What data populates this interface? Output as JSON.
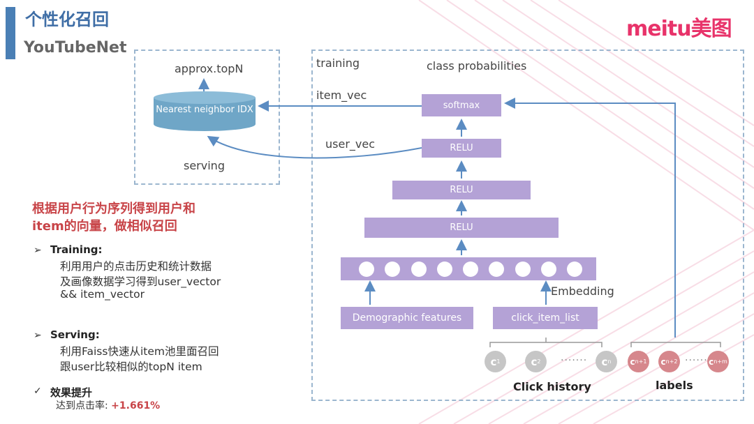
{
  "header": {
    "title": "个性化召回",
    "subtitle": "YouTubeNet",
    "logo_text": "meitu美图"
  },
  "serving_box": {
    "top_label": "approx.topN",
    "db_label": "Nearest neighbor IDX",
    "bottom_label": "serving"
  },
  "training_box": {
    "label": "training",
    "output_label": "class probabilities",
    "item_vec_label": "item_vec",
    "user_vec_label": "user_vec",
    "layers": {
      "softmax": "softmax",
      "relu_top": "RELU",
      "relu_mid": "RELU",
      "relu_bottom": "RELU"
    },
    "embedding_label": "Embedding",
    "features": {
      "demographic": "Demographic features",
      "click_list": "click_item_list"
    },
    "click_chips": {
      "c1": "c",
      "c1_sub": "1",
      "c2": "c",
      "c2_sub": "2",
      "cn": "c",
      "cn_sub": "n"
    },
    "label_chips": {
      "a": "c",
      "a_sub": "n+1",
      "b": "c",
      "b_sub": "n+2",
      "c": "c",
      "c_sub": "n+m"
    },
    "dots": "·······",
    "click_history_label": "Click history",
    "labels_label": "labels"
  },
  "left_text": {
    "heading_line1": "根据用户行为序列得到用户和",
    "heading_line2": "item的向量，做相似召回",
    "bullet_arrow": "➢",
    "bullet_check": "✓",
    "training_head": "Training:",
    "training_lines": [
      "利用用户的点击历史和统计数据",
      "及画像数据学习得到user_vector",
      "&& item_vector"
    ],
    "serving_head": "Serving:",
    "serving_lines": [
      "利用Faiss快速从item池里面召回",
      "跟user比较相似的topN item"
    ],
    "effect_head": "效果提升",
    "effect_text": "达到点击率: ",
    "effect_value": "+1.661%"
  },
  "colors": {
    "accent_blue": "#4a7fb5",
    "layer_purple": "#b4a2d6",
    "arrow_blue": "#5b8cc2",
    "heading_red": "#c84448",
    "logo_pink": "#e8336a",
    "label_chip_red": "#d6878c"
  }
}
